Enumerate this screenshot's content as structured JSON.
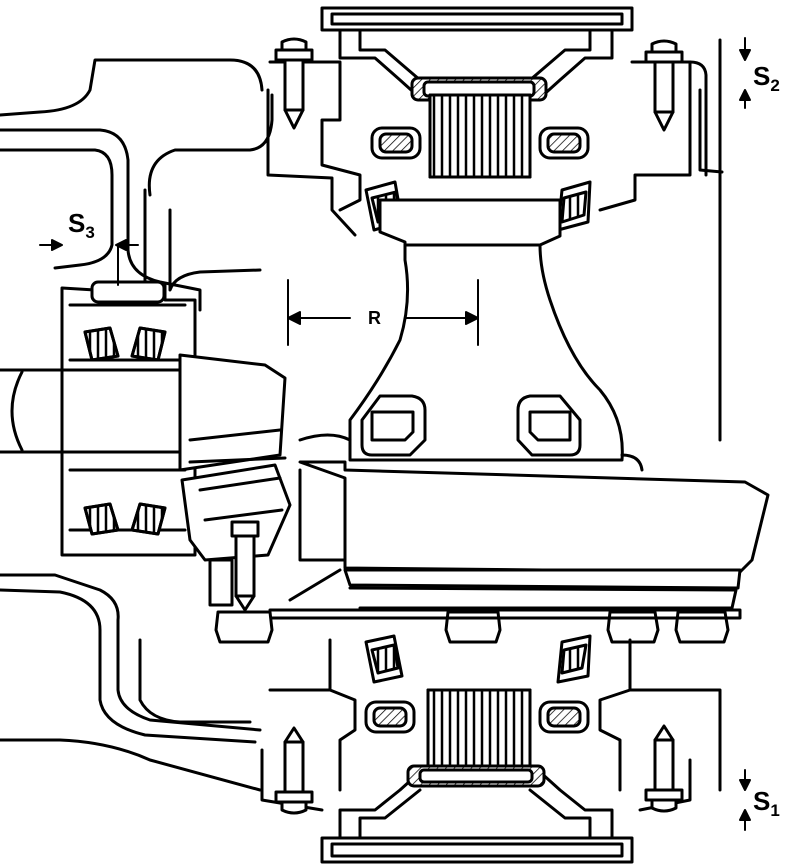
{
  "labels": {
    "s2": {
      "main": "S",
      "sub": "2"
    },
    "s1": {
      "main": "S",
      "sub": "1"
    },
    "s3": {
      "main": "S",
      "sub": "3"
    },
    "r": "R"
  }
}
